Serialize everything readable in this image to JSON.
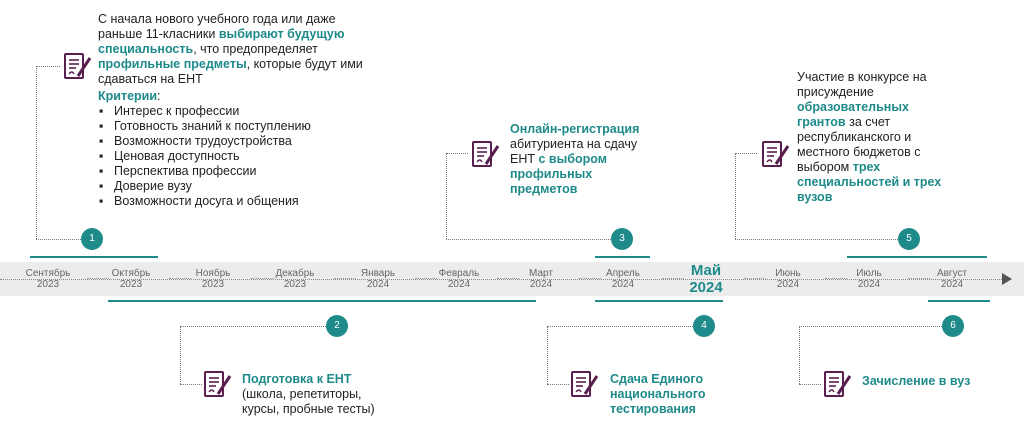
{
  "timeline": {
    "months": [
      {
        "name": "Сентябрь",
        "year": "2023"
      },
      {
        "name": "Октябрь",
        "year": "2023"
      },
      {
        "name": "Ноябрь",
        "year": "2023"
      },
      {
        "name": "Декабрь",
        "year": "2023"
      },
      {
        "name": "Январь",
        "year": "2024"
      },
      {
        "name": "Февраль",
        "year": "2024"
      },
      {
        "name": "Март",
        "year": "2024"
      },
      {
        "name": "Апрель",
        "year": "2024"
      },
      {
        "name": "Май",
        "year": "2024"
      },
      {
        "name": "Июнь",
        "year": "2024"
      },
      {
        "name": "Июль",
        "year": "2024"
      },
      {
        "name": "Август",
        "year": "2024"
      }
    ],
    "accent_color": "#1f8a8a"
  },
  "steps": {
    "s1": {
      "number": "1",
      "p1": "С начала нового учебного года или даже раньше 11-класники ",
      "p1_hl": "выбирают будущую специальность",
      "p2": ", что предопределяет ",
      "p2_hl": "профильные предметы",
      "p3": ", которые будут ими сдаваться на ЕНТ",
      "criteria_title": "Критерии",
      "criteria": [
        "Интерес к профессии",
        "Готовность знаний  к поступлению",
        "Возможности трудоустройства",
        "Ценовая доступность",
        "Перспектива профессии",
        "Доверие вузу",
        "Возможности досуга и общения"
      ]
    },
    "s2": {
      "number": "2",
      "title": "Подготовка к ЕНТ",
      "text": "(школа,  репетиторы, курсы, пробные тесты)"
    },
    "s3": {
      "number": "3",
      "title": "Онлайн-регистрация",
      "text": " абитуриента  на сдачу ЕНТ ",
      "hl": "с выбором профильных предметов"
    },
    "s4": {
      "number": "4",
      "title": "Сдача Единого национального тестирования"
    },
    "s5": {
      "number": "5",
      "p1": "Участие в конкурсе на присуждение ",
      "p1_hl": "образовательных грантов",
      "p2": " за счет республиканского  и местного бюджетов с выбором ",
      "p2_hl": "трех специальностей и трех вузов"
    },
    "s6": {
      "number": "6",
      "title": "Зачисление в вуз"
    }
  }
}
